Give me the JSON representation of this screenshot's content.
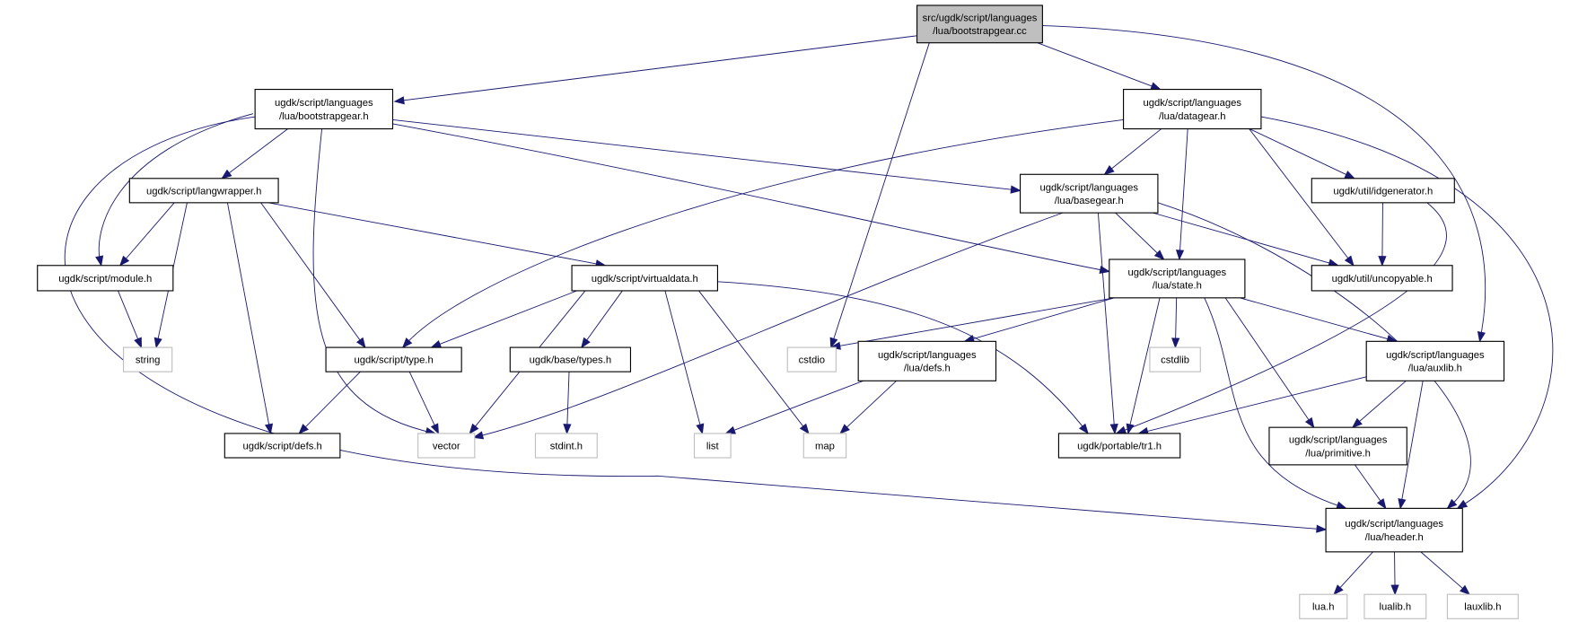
{
  "graph": {
    "colors": {
      "edge": "#191970",
      "root_fill": "#bfbfbf",
      "box_border": "#000000",
      "system_border": "#bfbfbf"
    },
    "nodes": [
      {
        "id": "bootstrapgear_cc",
        "lines": [
          "src/ugdk/script/languages",
          "/lua/bootstrapgear.cc"
        ],
        "kind": "root"
      },
      {
        "id": "bootstrapgear_h",
        "lines": [
          "ugdk/script/languages",
          "/lua/bootstrapgear.h"
        ],
        "kind": "file"
      },
      {
        "id": "datagear_h",
        "lines": [
          "ugdk/script/languages",
          "/lua/datagear.h"
        ],
        "kind": "file"
      },
      {
        "id": "langwrapper_h",
        "lines": [
          "ugdk/script/langwrapper.h"
        ],
        "kind": "file"
      },
      {
        "id": "basegear_h",
        "lines": [
          "ugdk/script/languages",
          "/lua/basegear.h"
        ],
        "kind": "file"
      },
      {
        "id": "idgenerator_h",
        "lines": [
          "ugdk/util/idgenerator.h"
        ],
        "kind": "file"
      },
      {
        "id": "module_h",
        "lines": [
          "ugdk/script/module.h"
        ],
        "kind": "file"
      },
      {
        "id": "virtualdata_h",
        "lines": [
          "ugdk/script/virtualdata.h"
        ],
        "kind": "file"
      },
      {
        "id": "state_h",
        "lines": [
          "ugdk/script/languages",
          "/lua/state.h"
        ],
        "kind": "file"
      },
      {
        "id": "uncopyable_h",
        "lines": [
          "ugdk/util/uncopyable.h"
        ],
        "kind": "file"
      },
      {
        "id": "string",
        "lines": [
          "string"
        ],
        "kind": "system"
      },
      {
        "id": "type_h",
        "lines": [
          "ugdk/script/type.h"
        ],
        "kind": "file"
      },
      {
        "id": "types_h",
        "lines": [
          "ugdk/base/types.h"
        ],
        "kind": "file"
      },
      {
        "id": "cstdio",
        "lines": [
          "cstdio"
        ],
        "kind": "system"
      },
      {
        "id": "lua_defs_h",
        "lines": [
          "ugdk/script/languages",
          "/lua/defs.h"
        ],
        "kind": "file"
      },
      {
        "id": "cstdlib",
        "lines": [
          "cstdlib"
        ],
        "kind": "system"
      },
      {
        "id": "auxlib_h",
        "lines": [
          "ugdk/script/languages",
          "/lua/auxlib.h"
        ],
        "kind": "file"
      },
      {
        "id": "script_defs_h",
        "lines": [
          "ugdk/script/defs.h"
        ],
        "kind": "file"
      },
      {
        "id": "vector",
        "lines": [
          "vector"
        ],
        "kind": "system"
      },
      {
        "id": "stdint_h",
        "lines": [
          "stdint.h"
        ],
        "kind": "system"
      },
      {
        "id": "list",
        "lines": [
          "list"
        ],
        "kind": "system"
      },
      {
        "id": "map",
        "lines": [
          "map"
        ],
        "kind": "system"
      },
      {
        "id": "tr1_h",
        "lines": [
          "ugdk/portable/tr1.h"
        ],
        "kind": "file"
      },
      {
        "id": "primitive_h",
        "lines": [
          "ugdk/script/languages",
          "/lua/primitive.h"
        ],
        "kind": "file"
      },
      {
        "id": "header_h",
        "lines": [
          "ugdk/script/languages",
          "/lua/header.h"
        ],
        "kind": "file"
      },
      {
        "id": "lua_h",
        "lines": [
          "lua.h"
        ],
        "kind": "system"
      },
      {
        "id": "lualib_h",
        "lines": [
          "lualib.h"
        ],
        "kind": "system"
      },
      {
        "id": "lauxlib_h",
        "lines": [
          "lauxlib.h"
        ],
        "kind": "system"
      }
    ],
    "edges": [
      [
        "bootstrapgear_cc",
        "bootstrapgear_h"
      ],
      [
        "bootstrapgear_cc",
        "cstdio"
      ],
      [
        "bootstrapgear_cc",
        "datagear_h"
      ],
      [
        "bootstrapgear_cc",
        "auxlib_h"
      ],
      [
        "bootstrapgear_h",
        "langwrapper_h"
      ],
      [
        "bootstrapgear_h",
        "module_h"
      ],
      [
        "bootstrapgear_h",
        "vector"
      ],
      [
        "bootstrapgear_h",
        "header_h"
      ],
      [
        "bootstrapgear_h",
        "basegear_h"
      ],
      [
        "bootstrapgear_h",
        "state_h"
      ],
      [
        "datagear_h",
        "type_h"
      ],
      [
        "datagear_h",
        "basegear_h"
      ],
      [
        "datagear_h",
        "state_h"
      ],
      [
        "datagear_h",
        "idgenerator_h"
      ],
      [
        "datagear_h",
        "uncopyable_h"
      ],
      [
        "datagear_h",
        "header_h"
      ],
      [
        "langwrapper_h",
        "module_h"
      ],
      [
        "langwrapper_h",
        "string"
      ],
      [
        "langwrapper_h",
        "type_h"
      ],
      [
        "langwrapper_h",
        "script_defs_h"
      ],
      [
        "langwrapper_h",
        "virtualdata_h"
      ],
      [
        "basegear_h",
        "vector"
      ],
      [
        "basegear_h",
        "state_h"
      ],
      [
        "basegear_h",
        "uncopyable_h"
      ],
      [
        "basegear_h",
        "tr1_h"
      ],
      [
        "basegear_h",
        "header_h"
      ],
      [
        "idgenerator_h",
        "uncopyable_h"
      ],
      [
        "idgenerator_h",
        "tr1_h"
      ],
      [
        "module_h",
        "string"
      ],
      [
        "virtualdata_h",
        "type_h"
      ],
      [
        "virtualdata_h",
        "vector"
      ],
      [
        "virtualdata_h",
        "types_h"
      ],
      [
        "virtualdata_h",
        "list"
      ],
      [
        "virtualdata_h",
        "map"
      ],
      [
        "virtualdata_h",
        "tr1_h"
      ],
      [
        "state_h",
        "cstdio"
      ],
      [
        "state_h",
        "lua_defs_h"
      ],
      [
        "state_h",
        "tr1_h"
      ],
      [
        "state_h",
        "cstdlib"
      ],
      [
        "state_h",
        "auxlib_h"
      ],
      [
        "state_h",
        "primitive_h"
      ],
      [
        "state_h",
        "header_h"
      ],
      [
        "type_h",
        "script_defs_h"
      ],
      [
        "type_h",
        "vector"
      ],
      [
        "types_h",
        "stdint_h"
      ],
      [
        "lua_defs_h",
        "list"
      ],
      [
        "lua_defs_h",
        "map"
      ],
      [
        "auxlib_h",
        "tr1_h"
      ],
      [
        "auxlib_h",
        "primitive_h"
      ],
      [
        "auxlib_h",
        "header_h"
      ],
      [
        "primitive_h",
        "header_h"
      ],
      [
        "header_h",
        "lua_h"
      ],
      [
        "header_h",
        "lualib_h"
      ],
      [
        "header_h",
        "lauxlib_h"
      ]
    ]
  }
}
